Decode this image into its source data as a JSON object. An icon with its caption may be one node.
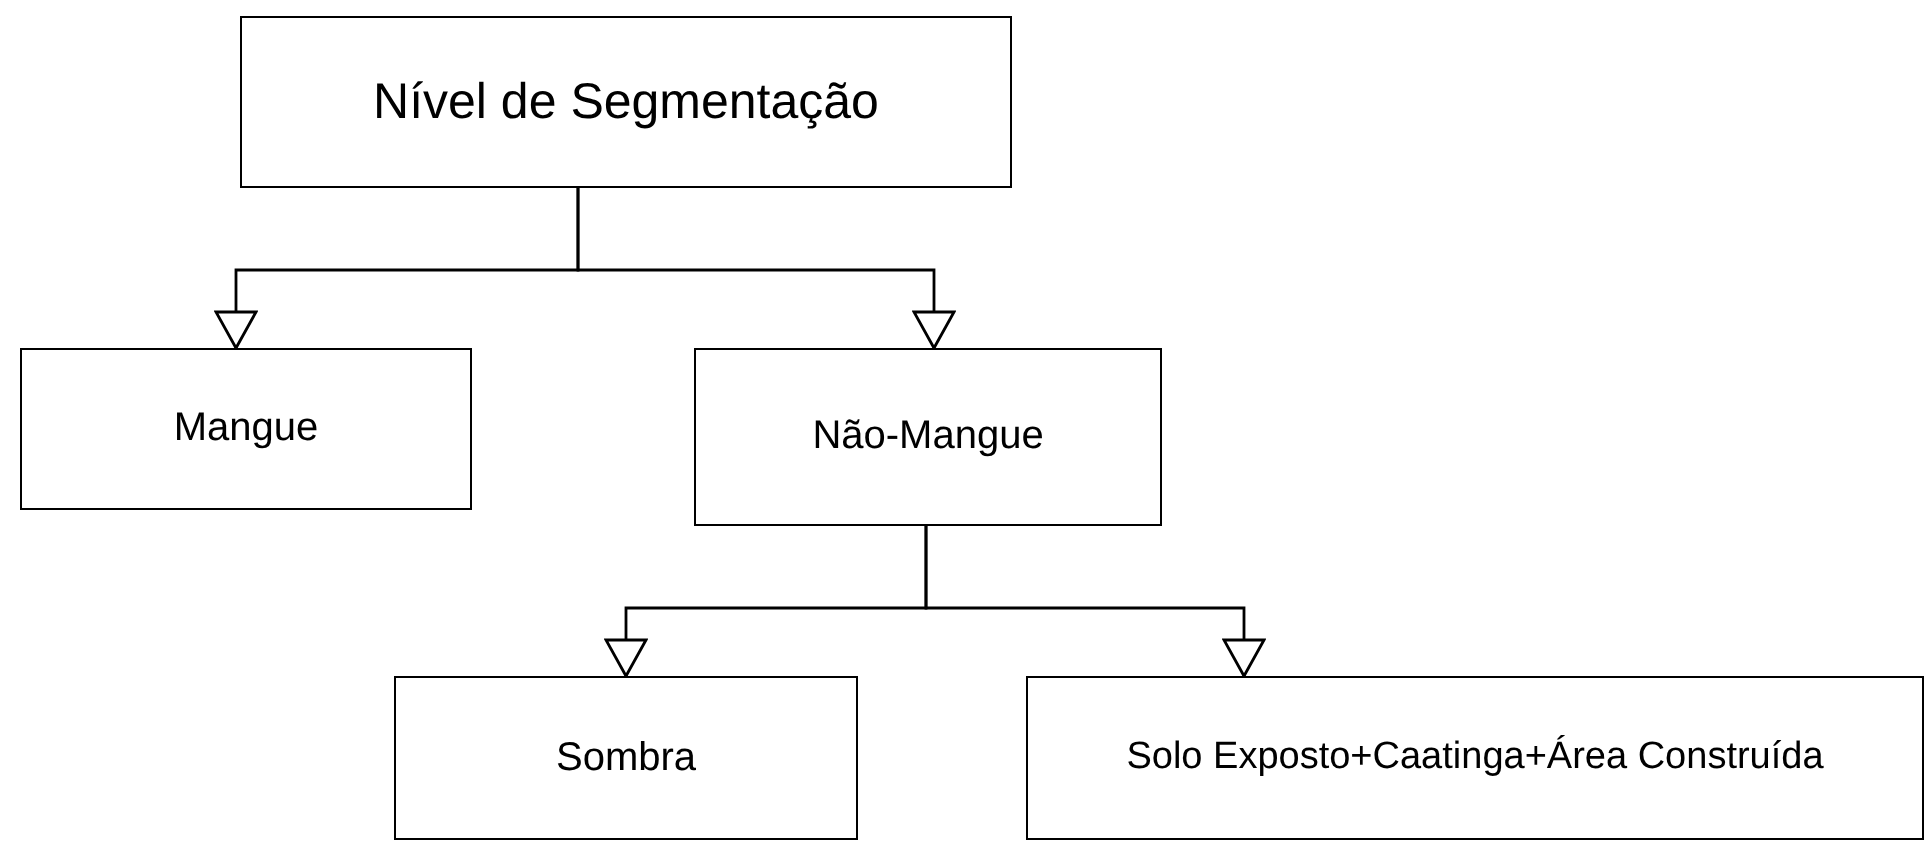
{
  "diagram": {
    "nodes": [
      {
        "text": [
          "Nível de Segmentação"
        ]
      },
      {
        "text": [
          "Mangue"
        ]
      },
      {
        "text": [
          "Não-Mangue"
        ]
      },
      {
        "text": [
          "Sombra"
        ]
      },
      {
        "text": [
          "Solo Exposto+Caatinga+Área Construída"
        ]
      }
    ],
    "edges": [
      {
        "from": 0,
        "to": 1,
        "arrow": "to"
      },
      {
        "from": 0,
        "to": 2,
        "arrow": "to"
      },
      {
        "from": 2,
        "to": 3,
        "arrow": "to"
      },
      {
        "from": 2,
        "to": 4,
        "arrow": "to"
      }
    ]
  }
}
